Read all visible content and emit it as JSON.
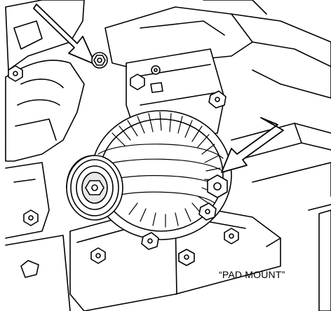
{
  "caption": "“PAD MOUNT”",
  "colors": {
    "ink": "#000000",
    "fill": "#ffffff",
    "shade": "#e8e8e8"
  },
  "icons": [
    "arrow-upper-left",
    "arrow-right"
  ]
}
